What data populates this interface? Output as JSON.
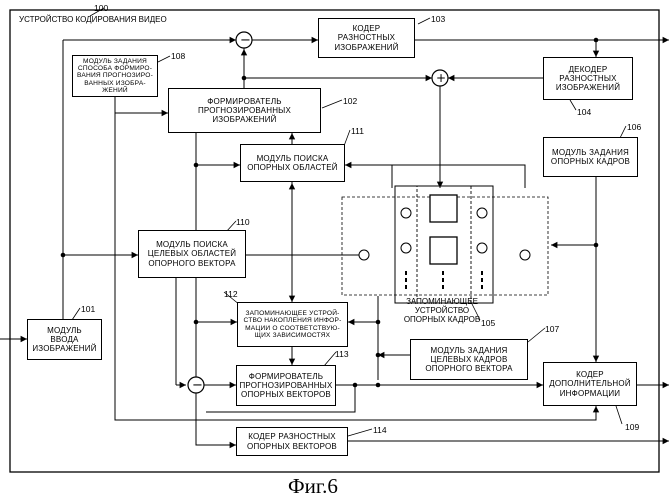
{
  "outer_label": "УСТРОЙСТВО КОДИРОВАНИЯ ВИДЕО",
  "outer_ref": "100",
  "figure_caption": "Фиг.6",
  "blocks": {
    "diff_encoder": {
      "text": "КОДЕР\nРАЗНОСТНЫХ\nИЗОБРАЖЕНИЙ",
      "ref": "103"
    },
    "diff_decoder": {
      "text": "ДЕКОДЕР\nРАЗНОСТНЫХ\nИЗОБРАЖЕНИЙ",
      "ref": "104"
    },
    "pred_method": {
      "text": "МОДУЛЬ ЗАДАНИЯ\nСПОСОБА ФОРМИРО-\nВАНИЯ ПРОГНОЗИРО-\nВАННЫХ ИЗОБРА-\nЖЕНИЙ",
      "ref": "108"
    },
    "pred_image_gen": {
      "text": "ФОРМИРОВАТЕЛЬ\nПРОГНОЗИРОВАННЫХ\nИЗОБРАЖЕНИЙ",
      "ref": "102"
    },
    "ref_area_search": {
      "text": "МОДУЛЬ ПОИСКА\nОПОРНЫХ ОБЛАСТЕЙ",
      "ref": "111"
    },
    "ref_frame_set": {
      "text": "МОДУЛЬ ЗАДАНИЯ\nОПОРНЫХ КАДРОВ",
      "ref": "106"
    },
    "target_area_search": {
      "text": "МОДУЛЬ ПОИСКА\nЦЕЛЕВЫХ ОБЛАСТЕЙ\nОПОРНОГО ВЕКТОРА",
      "ref": "110"
    },
    "image_input": {
      "text": "МОДУЛЬ\nВВОДА\nИЗОБРАЖЕНИЙ",
      "ref": "101"
    },
    "corr_storage": {
      "text": "ЗАПОМИНАЮЩЕЕ УСТРОЙ-\nСТВО НАКОПЛЕНИЯ ИНФОР-\nМАЦИИ О СООТВЕТСТВУЮ-\nЩИХ ЗАВИСИМОСТЯХ",
      "ref": "112"
    },
    "ref_vector_gen": {
      "text": "ФОРМИРОВАТЕЛЬ\nПРОГНОЗИРОВАННЫХ\nОПОРНЫХ ВЕКТОРОВ",
      "ref": "113"
    },
    "target_frame_set": {
      "text": "МОДУЛЬ ЗАДАНИЯ\nЦЕЛЕВЫХ КАДРОВ\nОПОРНОГО ВЕКТОРА",
      "ref": "107"
    },
    "aux_encoder": {
      "text": "КОДЕР\nДОПОЛНИТЕЛЬНОЙ\nИНФОРМАЦИИ",
      "ref": "109"
    },
    "diff_vec_encoder": {
      "text": "КОДЕР РАЗНОСТНЫХ\nОПОРНЫХ ВЕКТОРОВ",
      "ref": "114"
    },
    "frame_memory": {
      "text": "ЗАПОМИНАЮЩЕЕ\nУСТРОЙСТВО\nОПОРНЫХ КАДРОВ",
      "ref": "105"
    }
  },
  "ops": {
    "subtract": "−",
    "add": "+"
  }
}
